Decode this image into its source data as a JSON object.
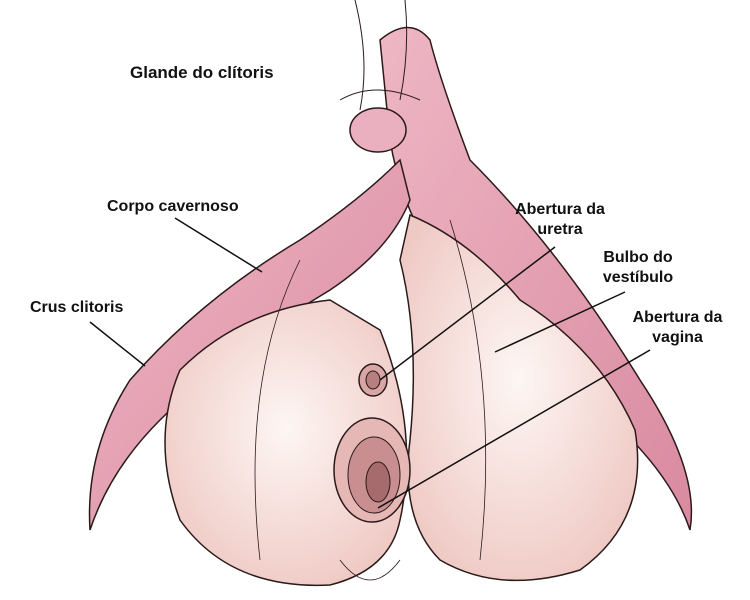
{
  "diagram": {
    "labels": {
      "glans": "Glande do clítoris",
      "body": "Corpo cavernoso",
      "crus": "Crus clitoris",
      "urethra_1": "Abertura da",
      "urethra_2": "uretra",
      "bulb_1": "Bulbo do",
      "bulb_2": "vestíbulo",
      "vagina_1": "Abertura da",
      "vagina_2": "vagina"
    },
    "colors": {
      "erectile_pink": "#e7a4b6",
      "bulb_cream": "#f8e7e2",
      "outline": "#2a1a1a"
    }
  }
}
